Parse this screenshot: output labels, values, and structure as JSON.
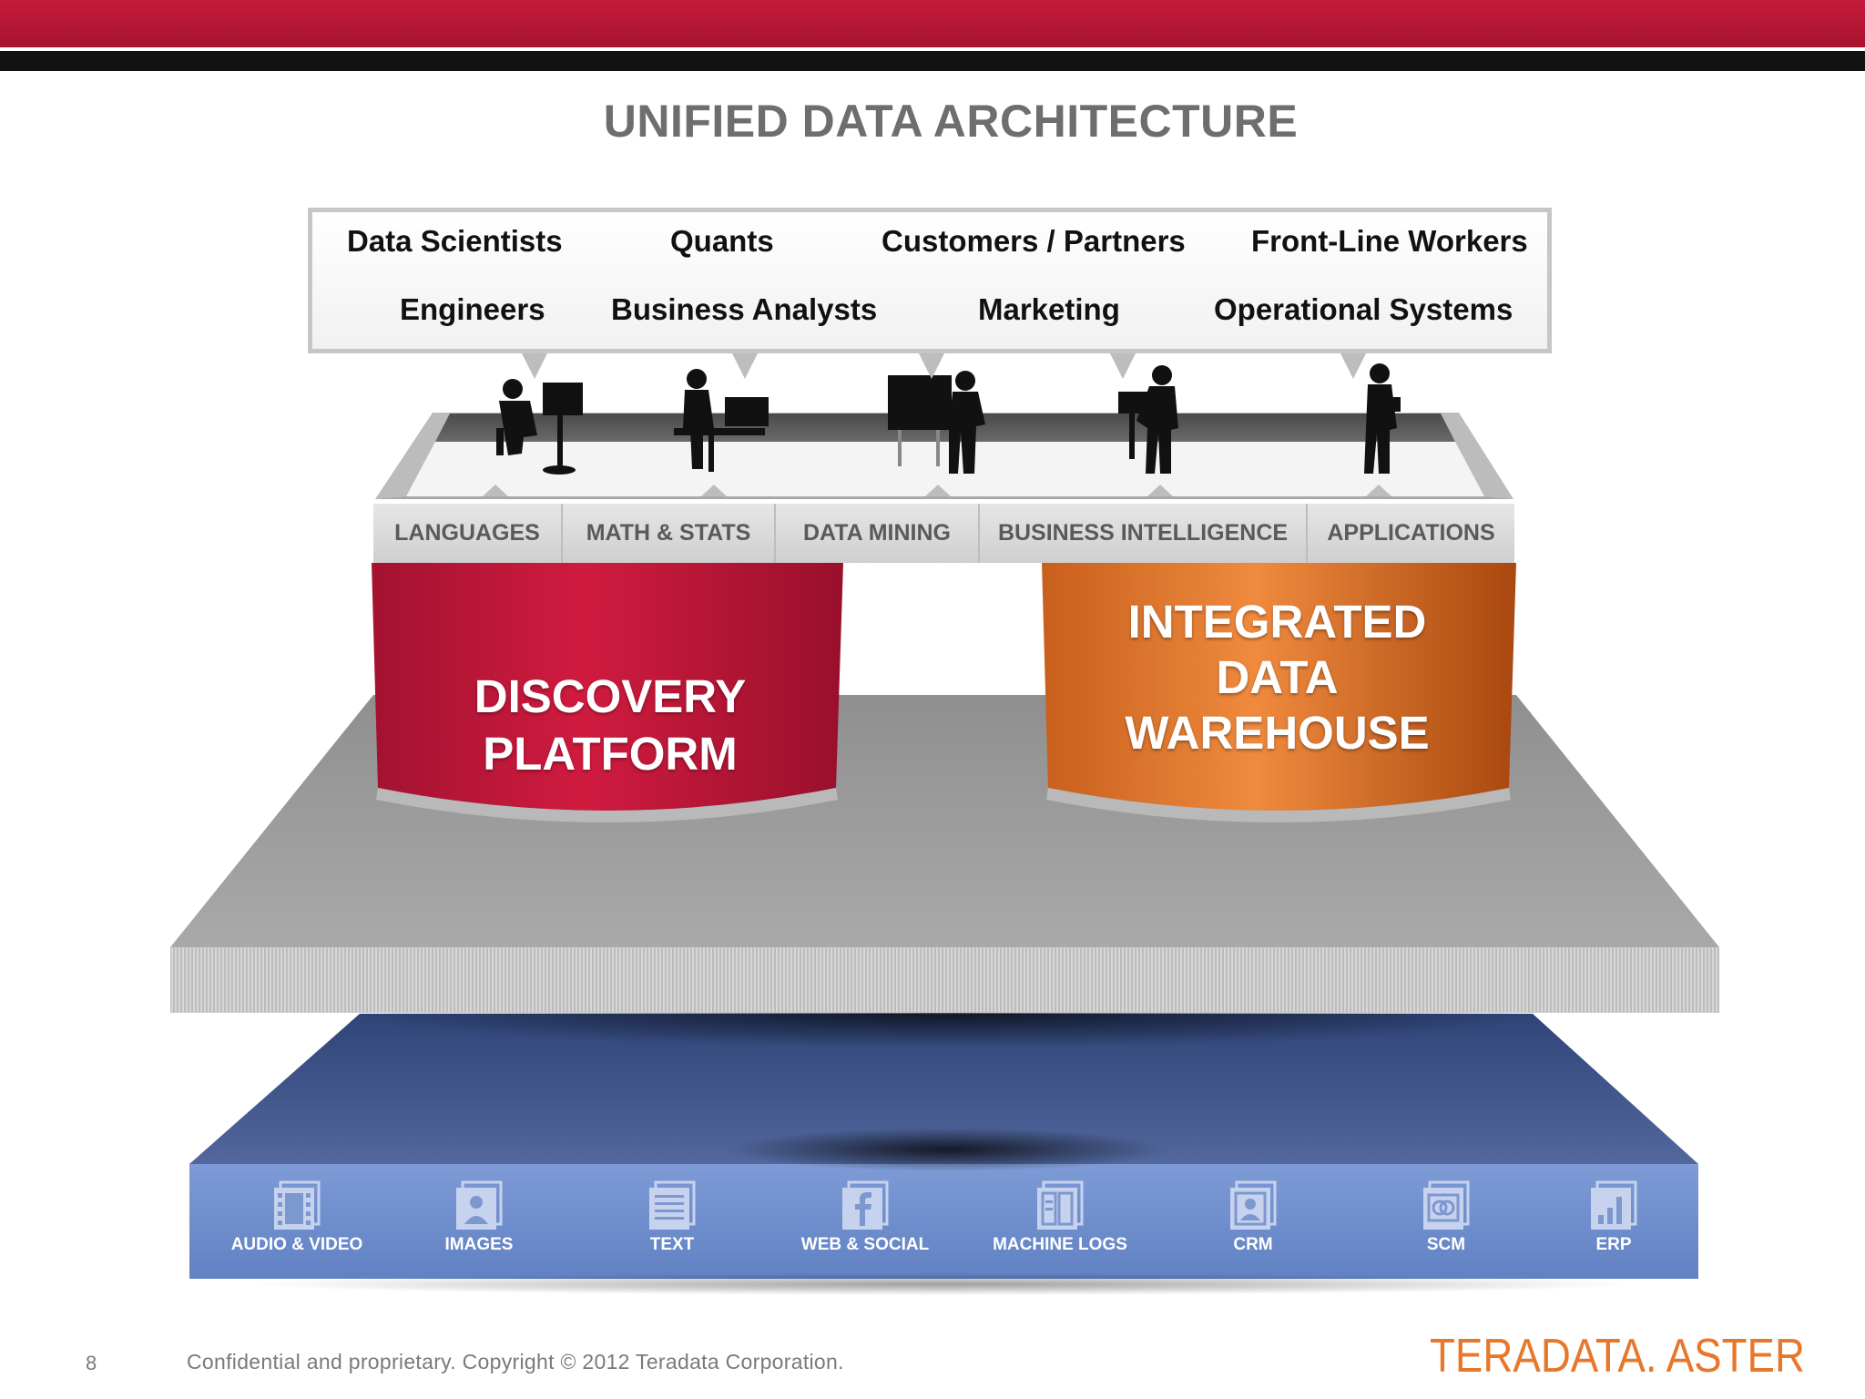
{
  "title": "UNIFIED DATA ARCHITECTURE",
  "user_roles": [
    {
      "id": "data-scientists",
      "label": "Data Scientists"
    },
    {
      "id": "quants",
      "label": "Quants"
    },
    {
      "id": "customers-partners",
      "label": "Customers / Partners"
    },
    {
      "id": "front-line-workers",
      "label": "Front-Line Workers"
    },
    {
      "id": "engineers",
      "label": "Engineers"
    },
    {
      "id": "business-analysts",
      "label": "Business Analysts"
    },
    {
      "id": "marketing",
      "label": "Marketing"
    },
    {
      "id": "operational-systems",
      "label": "Operational Systems"
    }
  ],
  "tools": [
    {
      "id": "languages",
      "label": "LANGUAGES"
    },
    {
      "id": "math-stats",
      "label": "MATH & STATS"
    },
    {
      "id": "data-mining",
      "label": "DATA MINING"
    },
    {
      "id": "business-intelligence",
      "label": "BUSINESS INTELLIGENCE"
    },
    {
      "id": "applications",
      "label": "APPLICATIONS"
    }
  ],
  "platforms": {
    "discovery": {
      "line1": "DISCOVERY",
      "line2": "PLATFORM"
    },
    "warehouse": {
      "line1": "INTEGRATED",
      "line2": "DATA",
      "line3": "WAREHOUSE"
    }
  },
  "data_sources": [
    {
      "id": "audio-video",
      "label": "AUDIO & VIDEO",
      "icon": "film-icon"
    },
    {
      "id": "images",
      "label": "IMAGES",
      "icon": "image-icon"
    },
    {
      "id": "text",
      "label": "TEXT",
      "icon": "document-icon"
    },
    {
      "id": "web-social",
      "label": "WEB & SOCIAL",
      "icon": "facebook-icon"
    },
    {
      "id": "machine-logs",
      "label": "MACHINE LOGS",
      "icon": "logs-icon"
    },
    {
      "id": "crm",
      "label": "CRM",
      "icon": "contact-icon"
    },
    {
      "id": "scm",
      "label": "SCM",
      "icon": "rings-icon"
    },
    {
      "id": "erp",
      "label": "ERP",
      "icon": "bar-chart-icon"
    }
  ],
  "footer": {
    "page_number": "8",
    "copyright": "Confidential and proprietary. Copyright © 2012 Teradata Corporation.",
    "logo_text": "TERADATA. ASTER"
  },
  "colors": {
    "brand_red": "#c41b3b",
    "discovery_red": "#c8183a",
    "warehouse_orange": "#e8762b",
    "source_blue": "#6d8cca",
    "logo_orange": "#e8762b"
  }
}
